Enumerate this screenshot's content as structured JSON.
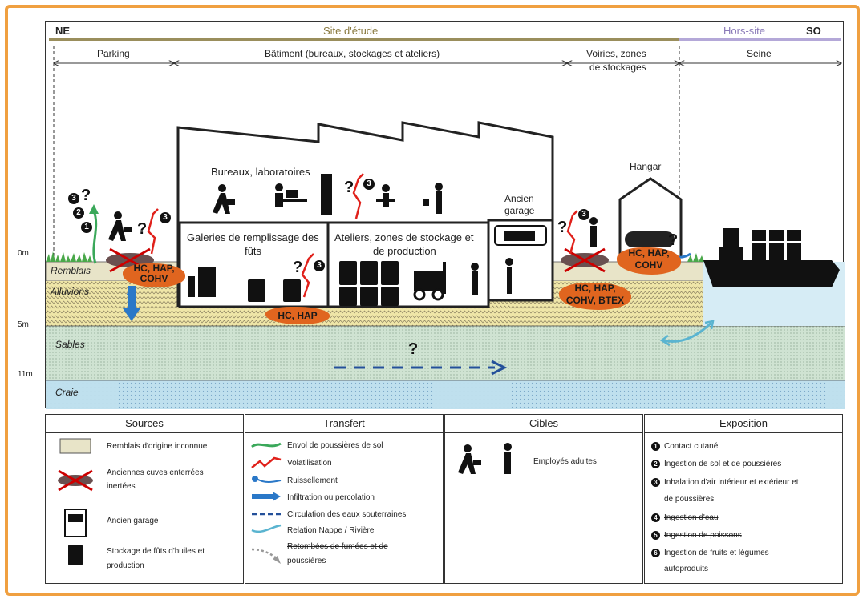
{
  "header": {
    "ne": "NE",
    "so": "SO",
    "site_etude": "Site d'étude",
    "hors_site": "Hors-site"
  },
  "zones": {
    "parking": "Parking",
    "batiment": "Bâtiment (bureaux, stockages et ateliers)",
    "voiries_1": "Voiries, zones",
    "voiries_2": "de stockages",
    "seine": "Seine"
  },
  "labels": {
    "bureaux": "Bureaux, laboratoires",
    "hangar": "Hangar",
    "ancien_1": "Ancien",
    "ancien_2": "garage",
    "galeries_1": "Galeries de remplissage des",
    "galeries_2": "fûts",
    "ateliers_1": "Ateliers, zones de stockage et",
    "ateliers_2": "de production"
  },
  "depths": {
    "d0": "0m",
    "d5": "5m",
    "d11": "11m"
  },
  "layers": {
    "remblais": "Remblais",
    "alluvions": "Alluvions",
    "sables": "Sables",
    "craie": "Craie"
  },
  "pollutants": {
    "p1_a": "HC, HAP,",
    "p1_b": "COHV",
    "p2": "HC, HAP",
    "p3_a": "HC, HAP,",
    "p3_b": "COHV, BTEX",
    "p4_a": "HC, HAP,",
    "p4_b": "COHV"
  },
  "markers": {
    "q": "?",
    "n1": "1",
    "n2": "2",
    "n3": "3"
  },
  "legend": {
    "sources": {
      "title": "Sources",
      "items": [
        "Remblais d'origine inconnue",
        "Anciennes cuves enterrées",
        "inertées",
        "Ancien garage",
        "Stockage de fûts d'huiles et",
        "production"
      ]
    },
    "transfert": {
      "title": "Transfert",
      "items": [
        "Envol de poussières de sol",
        "Volatilisation",
        "Ruissellement",
        "Infiltration ou percolation",
        "Circulation des eaux souterraines",
        "Relation Nappe / Rivière",
        "Retombées de fumées et de",
        "poussières"
      ]
    },
    "cibles": {
      "title": "Cibles",
      "items": [
        "Employés adultes"
      ]
    },
    "exposition": {
      "title": "Exposition",
      "nums": [
        "1",
        "2",
        "3",
        "4",
        "5",
        "6"
      ],
      "items": [
        "Contact cutané",
        "Ingestion de sol et de poussières",
        "Inhalation d'air intérieur et extérieur et",
        "de poussières",
        "Ingestion d'eau",
        "Ingestion de poissons",
        "Ingestion de fruits et légumes",
        "autoproduits"
      ]
    }
  },
  "colors": {
    "frame": "#f0a040",
    "remblais": "#e8e4c8",
    "alluvions": "#efe6a8",
    "sables": "#cfe3d2",
    "craie": "#bfe0ee",
    "water": "#d6ecf5",
    "pollutant": "#e0651f",
    "volatilisation": "#e0201a",
    "dust": "#3aa85a",
    "infiltration": "#2a78c8",
    "groundwater": "#24509a",
    "river_relation": "#5ab4d0"
  }
}
